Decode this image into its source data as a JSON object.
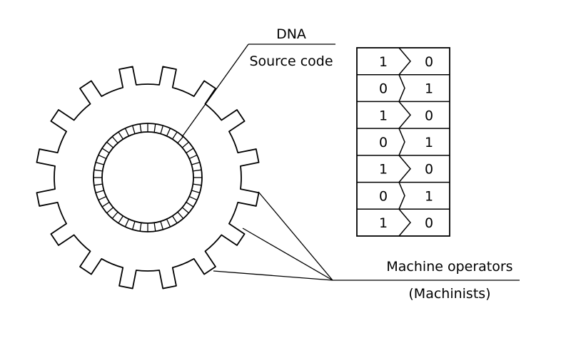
{
  "labels": {
    "dna": "DNA",
    "source_code": "Source code",
    "machine_operators": "Machine operators",
    "machinists": "(Machinists)"
  },
  "code_table": {
    "rows": [
      {
        "left": "1",
        "right": "0"
      },
      {
        "left": "0",
        "right": "1"
      },
      {
        "left": "1",
        "right": "0"
      },
      {
        "left": "0",
        "right": "1"
      },
      {
        "left": "1",
        "right": "0"
      },
      {
        "left": "0",
        "right": "1"
      },
      {
        "left": "1",
        "right": "0"
      }
    ]
  },
  "gear": {
    "tooth_count": 16,
    "ring_segment_count": 44
  },
  "colors": {
    "stroke": "#000000",
    "background": "#ffffff"
  }
}
